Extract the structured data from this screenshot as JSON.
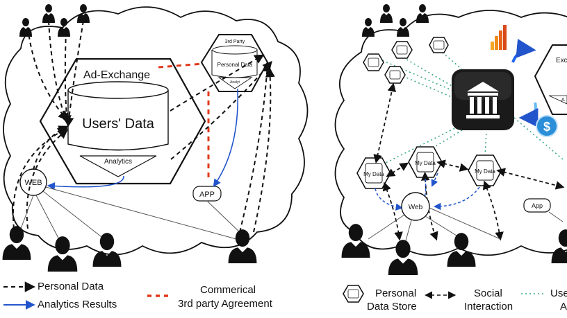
{
  "left": {
    "exchange_title": "Ad-Exchange",
    "users_data": "Users' Data",
    "analytics": "Analytics",
    "third_party": "3rd Party",
    "personal_data": "Personal Data",
    "analyt": "Analyt",
    "web": "WEB",
    "app": "APP"
  },
  "right": {
    "my_data": "My Data",
    "web": "Web",
    "app": "App",
    "exchange_partial": "Exc",
    "a_partial": "A"
  },
  "legend": {
    "personal_data": "Personal Data",
    "analytics_results": "Analytics Results",
    "commercial_line1": "Commerical",
    "commercial_line2": "3rd party Agreement",
    "pds_line1": "Personal",
    "pds_line2": "Data Store",
    "social_line1": "Social",
    "social_line2": "Interaction",
    "use_line1": "Use",
    "use_line2": "A"
  },
  "colors": {
    "blue_arrow": "#2255cc",
    "red_dash": "#e0391a",
    "teal_dots": "#3aa88a",
    "bank_bg": "#1a1a1a",
    "dollar": "#2a8fd8"
  }
}
